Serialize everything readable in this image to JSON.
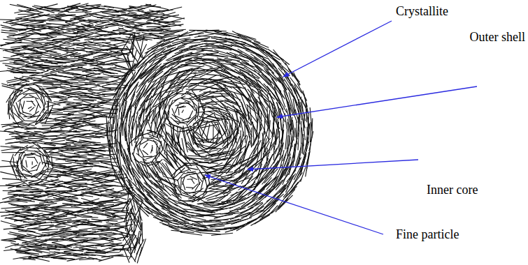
{
  "diagram": {
    "labels": [
      "Crystallite",
      "Outer shell",
      "Inner core",
      "Fine particle"
    ]
  }
}
